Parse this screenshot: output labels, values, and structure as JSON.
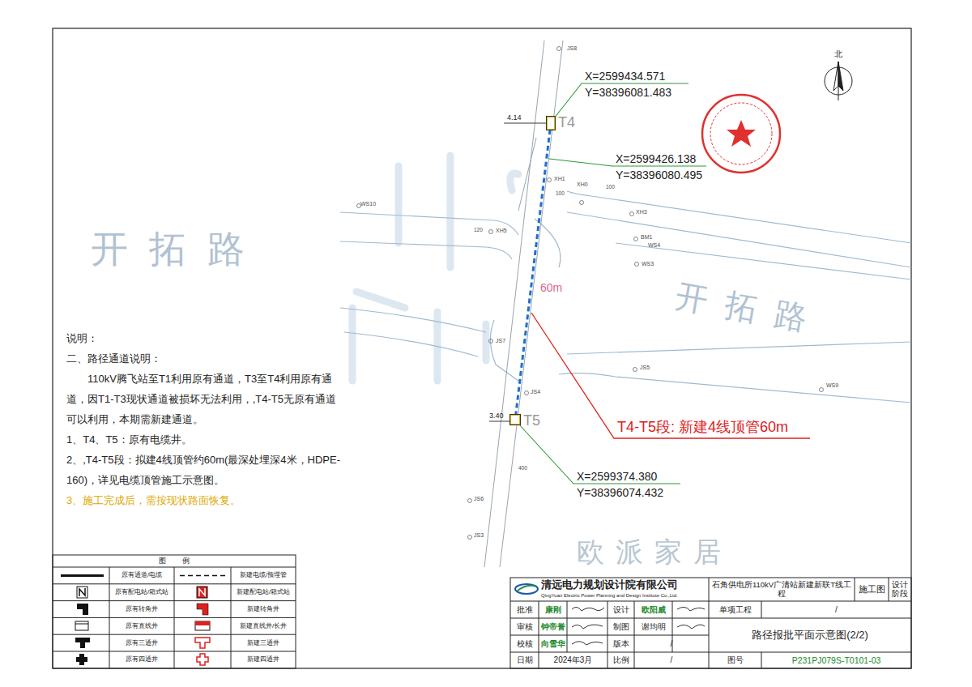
{
  "diagram": {
    "nodes": [
      {
        "text": [
          "T4"
        ]
      },
      {
        "text": [
          "T5"
        ]
      }
    ],
    "edges": [
      {
        "from": 0,
        "to": 1,
        "arrow": "none",
        "label": "60m"
      }
    ],
    "labels": [
      "北",
      "X=2599434.571",
      "Y=38396081.483",
      "4.14",
      "X=2599426.138",
      "Y=38396080.495",
      "X=2599374.380",
      "Y=38396074.432",
      "3.40",
      "T4-T5段: 新建4线顶管60m",
      "开拓路",
      "开拓路",
      "欧派家居",
      "说明：",
      "二、路径通道说明：",
      "110kV腾飞站至T1利用原有通道，T3至T4利用原有通道，因T1-T3现状通道被损坏无法利用，,T4-T5无原有通道可以利用，本期需新建通道。",
      "1、T4、T5：原有电缆井。",
      "2、,T4-T5段：拟建4线顶管约60m(最深处埋深4米，HDPE-160)，详见电缆顶管施工示意图。",
      "3、施工完成后，需按现状路面恢复。",
      "图例",
      "清远电力规划设计院有限公司",
      "QingYuan Electric Power Planning and Design Institute Co.,Ltd.",
      "石角供电所110kV广清站新建新联T线工程",
      "施工图",
      "设计阶段",
      "批准",
      "康刚",
      "设计",
      "欧阳威",
      "单项工程",
      "/",
      "审核",
      "钟帝誉",
      "制图",
      "谢均明",
      "路径报批平面示意图(2/2)",
      "校核",
      "向雪华",
      "版本",
      "/",
      "日期",
      "2024年3月",
      "比例",
      "/",
      "图号",
      "P231PJ079S-T0101-03",
      "JS8",
      "XH1",
      "XH0",
      "XH3",
      "WS10",
      "XH5",
      "BM1",
      "WS4",
      "WS3",
      "JS7",
      "JS5",
      "WS9",
      "JS4",
      "JS6",
      "JS3",
      "100",
      "100",
      "120",
      "400"
    ],
    "legend": [
      {
        "text": "原有通道/电缆"
      },
      {
        "text": "新建电缆/预埋管"
      },
      {
        "text": "原有配电站/箱式站"
      },
      {
        "text": "新建配电站/箱式站"
      },
      {
        "text": "原有转角井"
      },
      {
        "text": "新建转角井"
      },
      {
        "text": "原有直线井"
      },
      {
        "text": "新建直线井/长井"
      },
      {
        "text": "原有三通井"
      },
      {
        "text": "新建三通井"
      },
      {
        "text": "原有四通井"
      },
      {
        "text": "新建四通井"
      }
    ]
  }
}
